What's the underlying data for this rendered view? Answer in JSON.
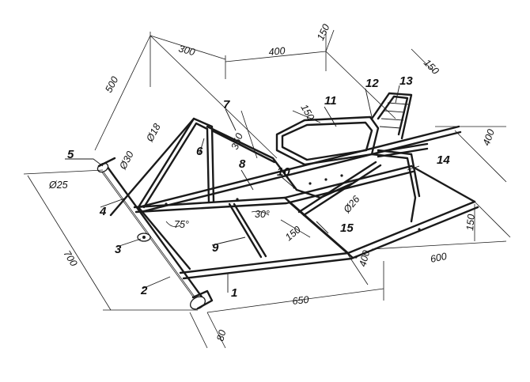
{
  "part_labels": {
    "p1": "1",
    "p2": "2",
    "p3": "3",
    "p4": "4",
    "p5": "5",
    "p6": "6",
    "p7": "7",
    "p8": "8",
    "p9": "9",
    "p10": "10",
    "p11": "11",
    "p12": "12",
    "p13": "13",
    "p14": "14",
    "p15": "15"
  },
  "dimensions": {
    "d300": "300",
    "d400_top": "400",
    "d150_top": "150",
    "d150_seat": "150",
    "d150_corner": "150",
    "d500": "500",
    "d350": "350",
    "d400_right": "400",
    "d150_right": "150",
    "d600": "600",
    "d650": "650",
    "d700": "700",
    "d400_bottom": "400",
    "d150_mid": "150",
    "d80": "80",
    "dia18": "Ø18",
    "dia30": "Ø30",
    "dia25": "Ø25",
    "dia26": "Ø26",
    "ang75": "75°",
    "ang30": "30°"
  }
}
